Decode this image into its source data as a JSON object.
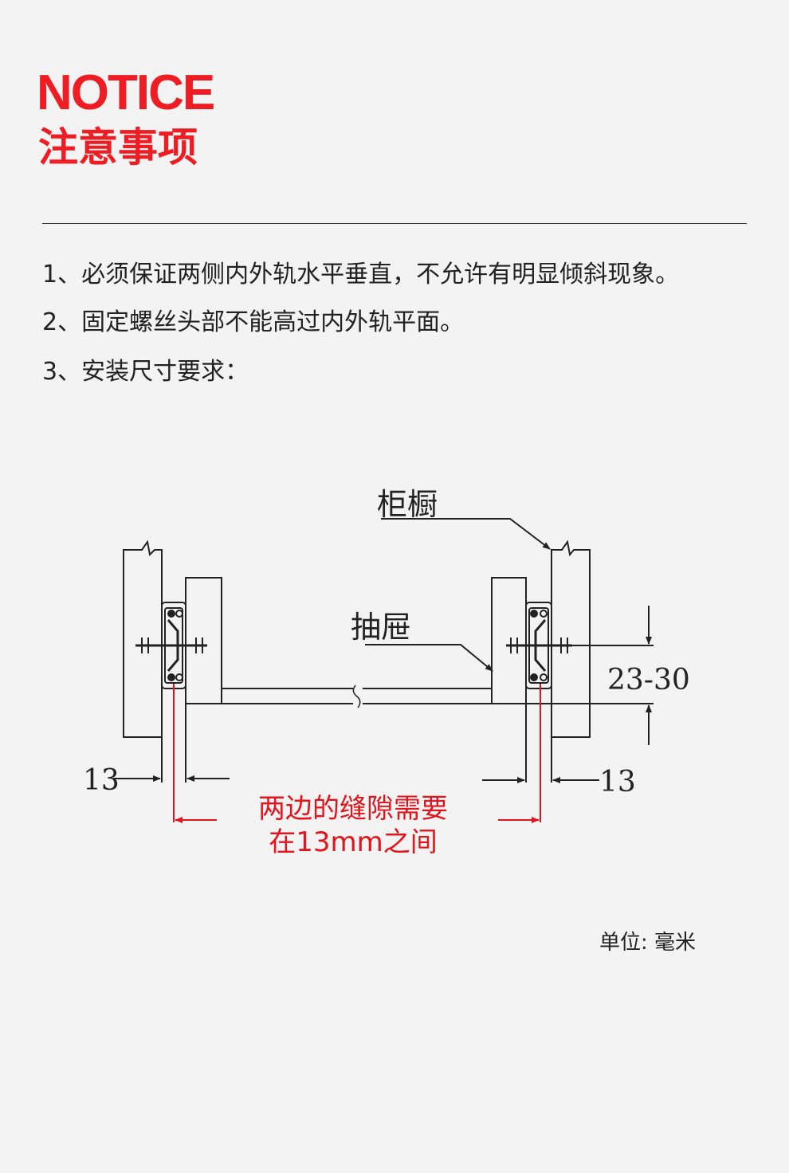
{
  "header": {
    "title_en": "NOTICE",
    "title_zh": "注意事项"
  },
  "notes": [
    "1、必须保证两侧内外轨水平垂直，不允许有明显倾斜现象。",
    "2、固定螺丝头部不能高过内外轨平面。",
    "3、安装尺寸要求："
  ],
  "diagram": {
    "label_cabinet": "柜橱",
    "label_drawer": "抽屉",
    "dim_height": "23-30",
    "dim_left": "13",
    "dim_right": "13",
    "gap_note_line1": "两边的缝隙需要",
    "gap_note_line2": "在13mm之间"
  },
  "footer": {
    "unit": "单位: 毫米"
  },
  "colors": {
    "accent": "#ee1d23",
    "background": "#f3f3f3",
    "line": "#222222"
  }
}
